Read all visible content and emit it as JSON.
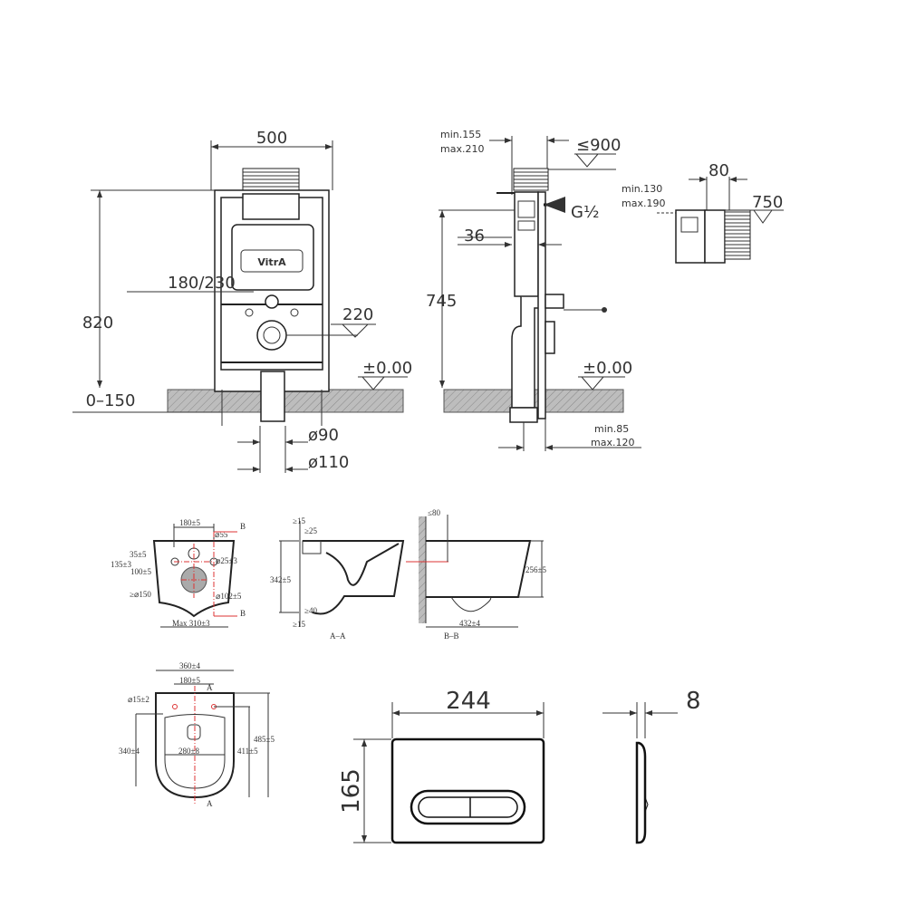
{
  "front_view": {
    "width": "500",
    "height": "820",
    "floor_range": "0–150",
    "outlet_spacing": "180/230",
    "outlet_height": "220",
    "zero_level": "±0.00",
    "pipe_inner": "ø90",
    "pipe_outer": "ø110",
    "logo": "VitrA"
  },
  "side_view": {
    "depth_min": "min.155",
    "depth_max": "max.210",
    "plate_height": "≤900",
    "water_inlet": "G½",
    "offset": "36",
    "height": "745",
    "zero_level": "±0.00",
    "wall_min": "min.85",
    "wall_max": "max.120"
  },
  "top_detail": {
    "width": "80",
    "depth_min": "min.130",
    "depth_max": "max.190",
    "level": "750"
  },
  "bowl_rear": {
    "bolt_spacing": "180±5",
    "section_top": "B",
    "section_bottom": "B",
    "inlet_dia": "⌀55",
    "offset_35": "35±5",
    "bolt_dia": "⌀25±3",
    "height_135": "135±3",
    "height_100": "100±5",
    "outlet_min": "≥⌀150",
    "outlet_dia": "⌀102±5",
    "max_width": "Max 310±3"
  },
  "section_aa": {
    "top_gap": "≥15",
    "inlet_gap": "≥25",
    "height": "342±5",
    "outlet_gap": "≥40",
    "bottom_gap": "≥15",
    "title": "A–A"
  },
  "section_bb": {
    "wall_gap": "≤80",
    "height": "256±5",
    "length": "432±4",
    "title": "B–B"
  },
  "bowl_top": {
    "width": "360±4",
    "bolt_spacing": "180±5",
    "bolt_dia": "⌀15±2",
    "section_top": "A",
    "length": "485±5",
    "seat_length": "340±4",
    "seat_width": "280±8",
    "bolt_to_front": "411±5",
    "section_bottom": "A"
  },
  "flush_plate": {
    "width": "244",
    "height": "165",
    "thickness": "8"
  }
}
